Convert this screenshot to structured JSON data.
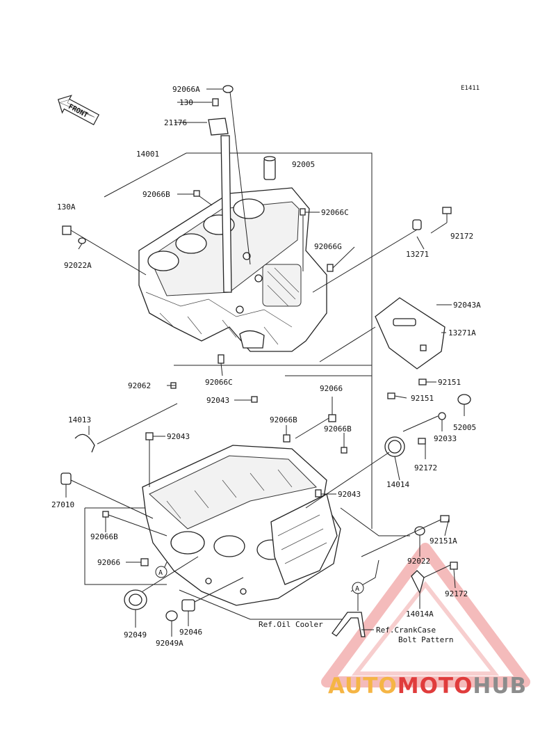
{
  "figure_code": "E1411",
  "front_label": "FRONT",
  "callouts": {
    "c92066A_top": "92066A",
    "c130": "130",
    "c21176": "21176",
    "c14001": "14001",
    "c92005": "92005",
    "c92066B_top": "92066B",
    "c130A": "130A",
    "c92066C_r": "92066C",
    "c92022A": "92022A",
    "c92172_top": "92172",
    "c92066G": "92066G",
    "c13271": "13271",
    "c92043A": "92043A",
    "c13271A": "13271A",
    "c92062": "92062",
    "c92066C_b": "92066C",
    "c92151_r": "92151",
    "c92151_b": "92151",
    "c92043_m": "92043",
    "c92066_m": "92066",
    "c52005": "52005",
    "c14013": "14013",
    "c92066B_m": "92066B",
    "c92066B_r": "92066B",
    "c92033": "92033",
    "c92043_l": "92043",
    "c92172_m": "92172",
    "c14014": "14014",
    "c27010": "27010",
    "c92043_b": "92043",
    "c92066B_l": "92066B",
    "c92151A": "92151A",
    "c92066_l": "92066",
    "c92022": "92022",
    "c92172_b": "92172",
    "c14014A": "14014A",
    "c92049": "92049",
    "c92046": "92046",
    "c92049A": "92049A"
  },
  "ref_labels": {
    "oil_cooler": "Ref.Oil Cooler",
    "crankcase_1": "Ref.CrankCase",
    "crankcase_2": "Bolt Pattern"
  },
  "markers": {
    "a1": "A",
    "a2": "A"
  },
  "watermark": {
    "part1": "AUTO",
    "part2": "MOTO",
    "part3": "HUB",
    "color1": "#f5b545",
    "color2": "#e03c3c",
    "color3": "#8c8c8c",
    "triangle_color": "#e03c3c"
  }
}
